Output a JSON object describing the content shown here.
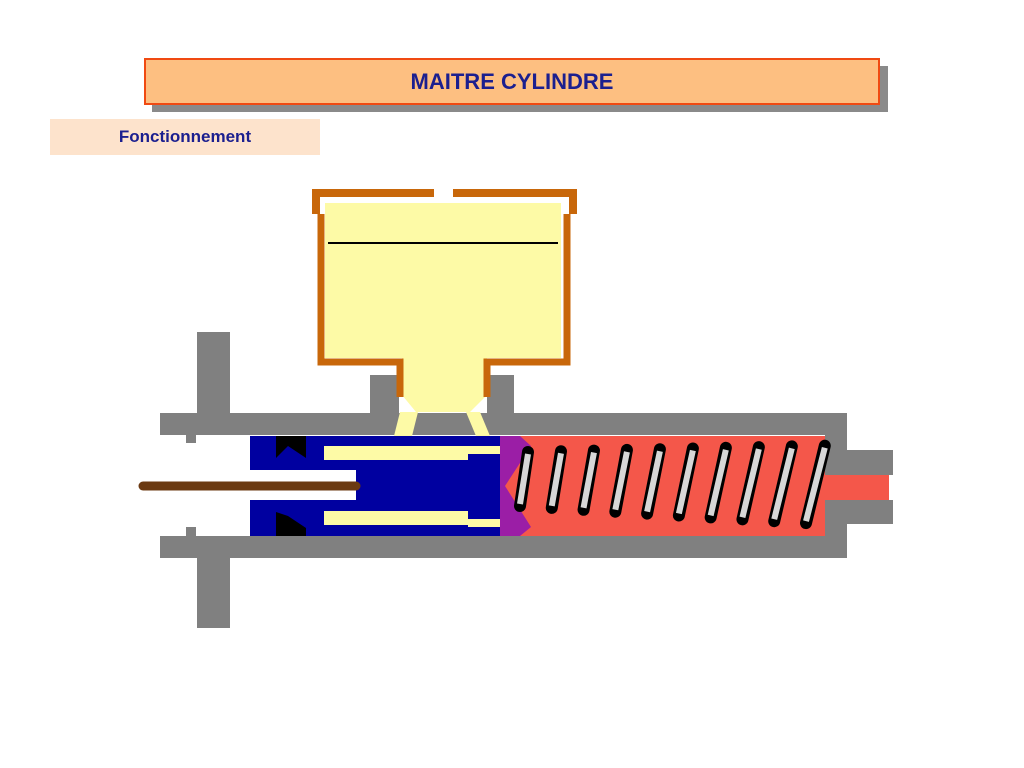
{
  "slide": {
    "title": "MAITRE CYLINDRE",
    "subtitle": "Fonctionnement"
  },
  "colors": {
    "title_fill": "#fdbf81",
    "title_border": "#f04a12",
    "title_text": "#1b1f8f",
    "subtitle_fill": "#fde3cc",
    "body_metal": "#808080",
    "reservoir_wall": "#c8670a",
    "fluid_low_pressure": "#fdfaa6",
    "piston": "#0000a0",
    "piston_seal": "#9b1ea6",
    "fluid_high_pressure": "#f4574a",
    "spring_coil": "#d7d7d7",
    "push_rod": "#6b3a12",
    "seal_lip": "#000000"
  },
  "spring": {
    "coils": 10
  }
}
